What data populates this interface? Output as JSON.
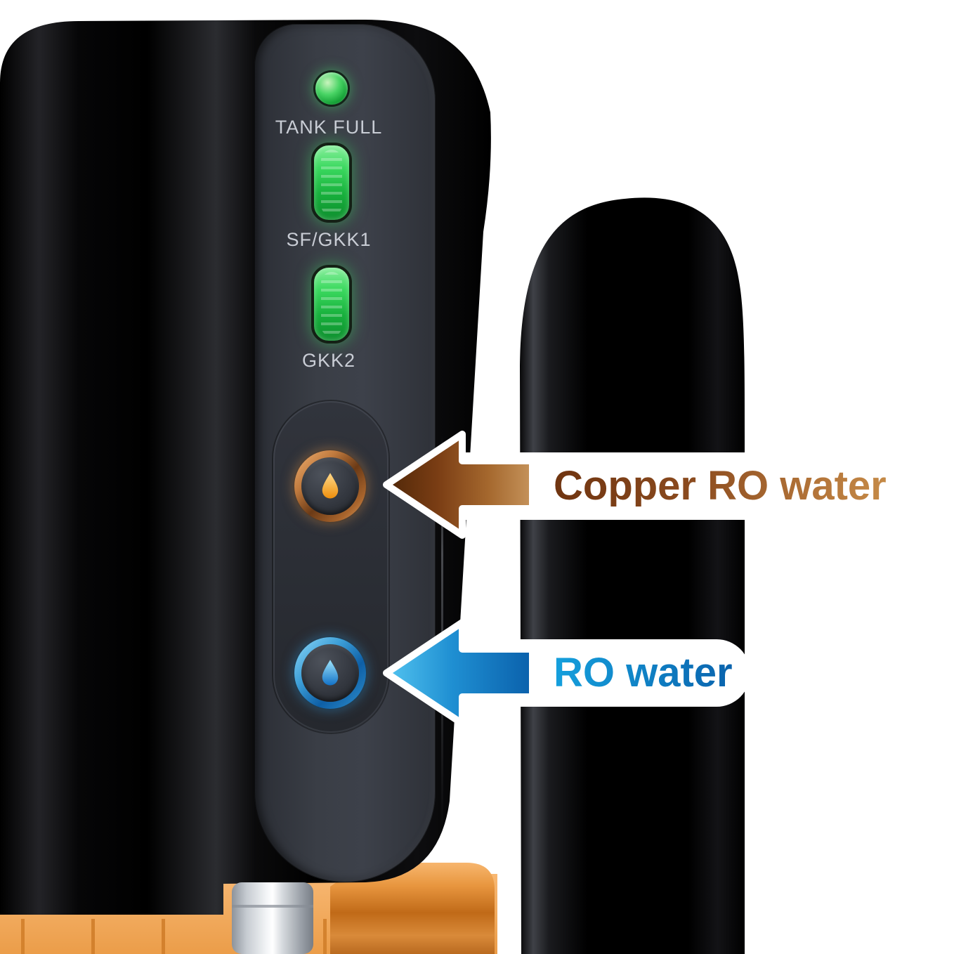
{
  "panel": {
    "tank_full_label": "TANK FULL",
    "sf_gkk1_label": "SF/GKK1",
    "gkk2_label": "GKK2"
  },
  "annotations": {
    "copper_arrow_label": "Copper RO water",
    "ro_arrow_label": "RO water"
  },
  "indicators": {
    "tank_full_led": "green-on",
    "sf_gkk1_led": "green-on",
    "gkk2_led": "green-on"
  },
  "icons": {
    "copper_button": "copper-droplet-icon",
    "ro_button": "water-droplet-icon",
    "copper_arrow": "left-arrow-icon",
    "ro_arrow": "left-arrow-icon"
  },
  "colors": {
    "led_green": "#2fbf4f",
    "copper_arrow_dark": "#5e2f10",
    "copper_arrow_light": "#c6945c",
    "copper_text": "#8a4a1e",
    "blue_arrow_light": "#53c4f0",
    "blue_arrow_dark": "#0a60ab",
    "blue_text": "#0e82cc",
    "tank_copper": "#d77f26",
    "body_black": "#0a0a0a"
  }
}
